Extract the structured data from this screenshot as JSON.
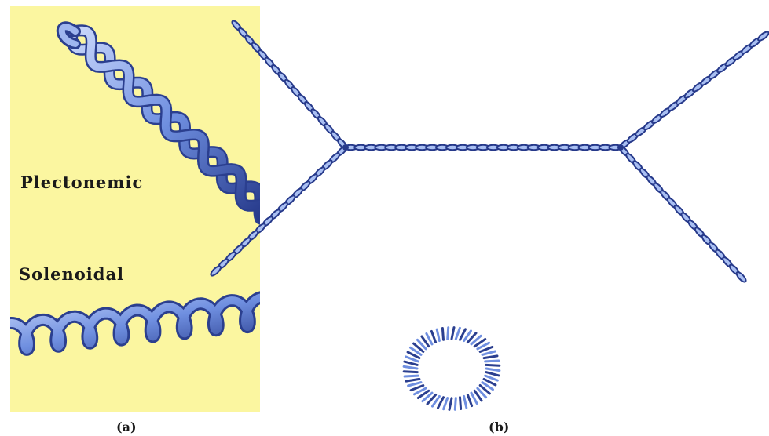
{
  "labels": {
    "plectonemic": "Plectonemic",
    "solenoidal": "Solenoidal",
    "caption_a": "(a)",
    "caption_b": "(b)"
  },
  "colors": {
    "panel_background": "#fbf6a0",
    "strand_dark": "#2b3f8f",
    "strand_light": "#9fb6ef"
  }
}
